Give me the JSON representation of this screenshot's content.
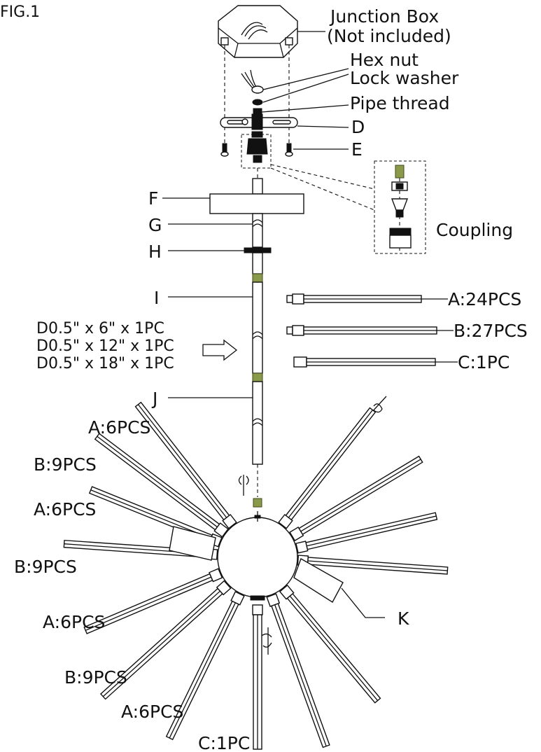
{
  "figure_label": "FIG.1",
  "labels": {
    "junction_box_1": "Junction Box",
    "junction_box_2": "(Not included)",
    "hex_nut": "Hex nut",
    "lock_washer": "Lock washer",
    "pipe_thread": "Pipe thread",
    "d": "D",
    "e": "E",
    "f": "F",
    "g": "G",
    "h": "H",
    "i": "I",
    "j": "J",
    "k": "K",
    "coupling": "Coupling"
  },
  "rod_sizes": [
    "D0.5\" x 6\" x 1PC",
    "D0.5\" x 12\" x 1PC",
    "D0.5\" x 18\" x 1PC"
  ],
  "parts_list": [
    "A:24PCS",
    "B:27PCS",
    "C:1PC"
  ],
  "arm_labels": {
    "a1": "A:6PCS",
    "b1": "B:9PCS",
    "a2": "A:6PCS",
    "b2": "B:9PCS",
    "a3": "A:6PCS",
    "b3": "B:9PCS",
    "a4": "A:6PCS",
    "c": "C:1PC"
  }
}
